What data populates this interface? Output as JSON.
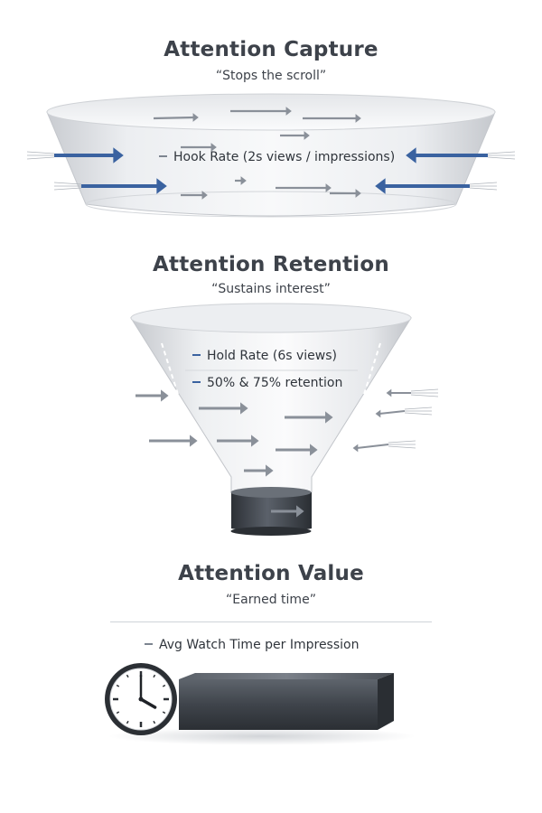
{
  "stages": [
    {
      "title": "Attention Capture",
      "subtitle": "“Stops the scroll”",
      "metrics": [
        "Hook Rate (2s views / impressions)"
      ]
    },
    {
      "title": "Attention Retention",
      "subtitle": "“Sustains interest”",
      "metrics": [
        "Hold Rate (6s views)",
        "50% & 75% retention"
      ]
    },
    {
      "title": "Attention Value",
      "subtitle": "“Earned time”",
      "metric_main": "Avg Watch Time",
      "metric_suffix": "per Impression"
    }
  ],
  "clock": {
    "hour": 4,
    "minute": 0
  },
  "colors": {
    "accent_blue": "#3a62a0",
    "arrow_gray": "#8a9099",
    "dark_band": "#3e434b",
    "funnel_light": "#f4f5f7",
    "text": "#3d424a"
  },
  "icons": [
    "arrow-icon",
    "clock-icon"
  ]
}
